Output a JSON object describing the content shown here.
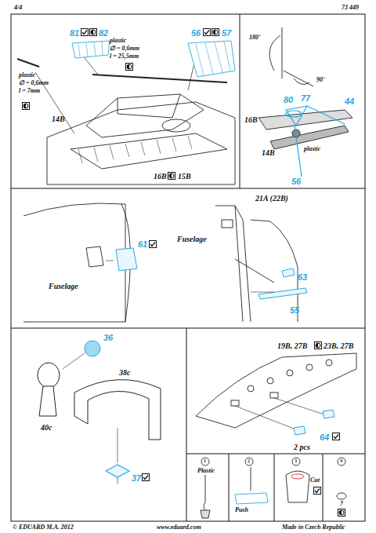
{
  "diagram": {
    "labels": [
      "4/4",
      "73 449",
      "81",
      "82",
      "56",
      "57",
      "plastic",
      "∅ = 0,6mm",
      "l = 25,5mm",
      "plastic",
      "∅ = 0,6mm",
      "l = 7mm",
      "14B",
      "16B",
      "15B",
      "180˚",
      "90˚",
      "80",
      "77",
      "44",
      "16B",
      "14B",
      "plastic",
      "56",
      "Fuselage",
      "61",
      "21A (22B)",
      "Fuselage",
      "63",
      "55",
      "36",
      "38c",
      "40c",
      "37",
      "19B, 27B",
      "23B, 27B",
      "2 pcs",
      "64",
      "1",
      "2",
      "3",
      "4",
      "Plastic",
      "Push",
      "Cut",
      "?",
      "© EDUARD  M.A. 2012",
      "www.eduard.com",
      "Made in Czech Republic"
    ]
  }
}
